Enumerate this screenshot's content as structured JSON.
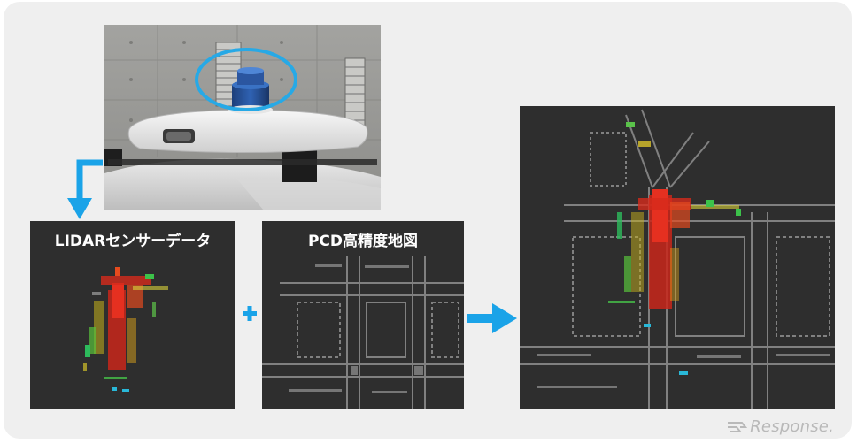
{
  "panels": {
    "lidar": {
      "title": "LIDARセンサーデータ"
    },
    "pcd": {
      "title": "PCD高精度地図"
    }
  },
  "watermark": {
    "text": "Response."
  },
  "colors": {
    "background": "#efefef",
    "panel": "#2e2e2e",
    "accent_arrow": "#1aa3e8",
    "highlight_ring": "#27a9e6",
    "point_red": "#e02a1b",
    "point_green": "#3fc43f",
    "map_gray": "#8a8a8a"
  },
  "icons": [
    "down-arrow-icon",
    "plus-icon",
    "right-arrow-icon",
    "highlight-ring-icon",
    "response-logo-icon"
  ]
}
